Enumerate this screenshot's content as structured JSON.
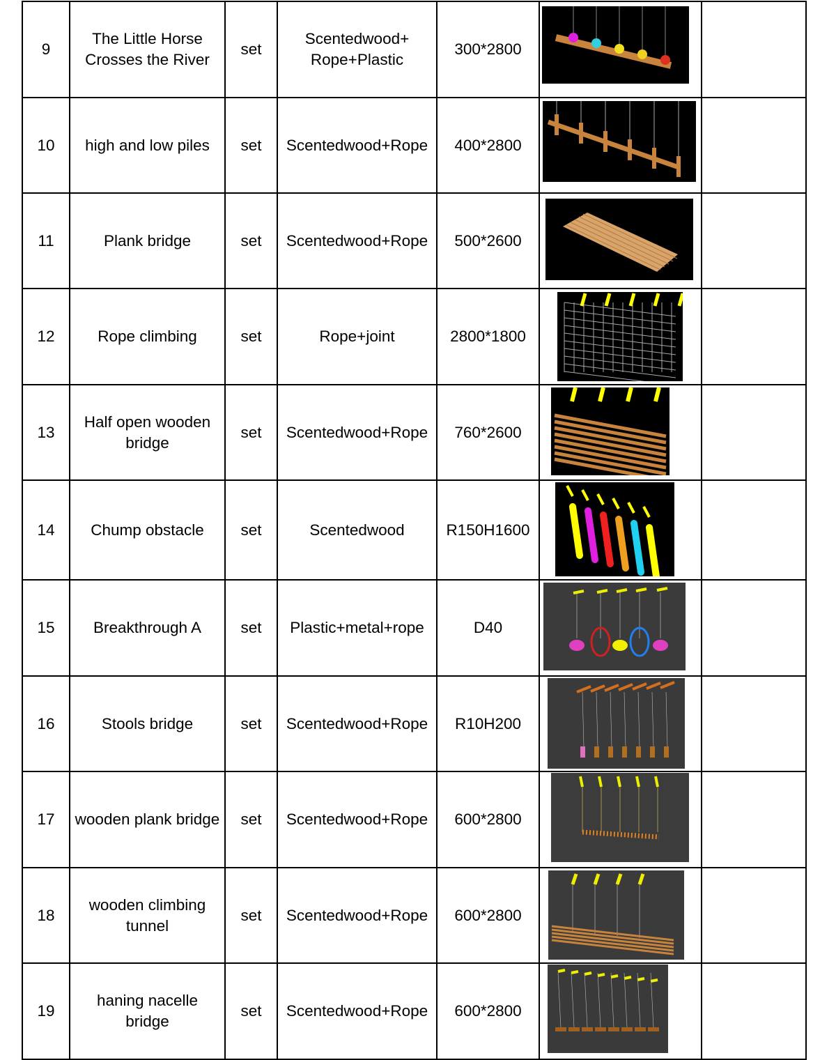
{
  "rows": [
    {
      "no": "9",
      "name": "The Little Horse Crosses the River",
      "unit": "set",
      "material": "Scentedwood+ Rope+Plastic",
      "size": "300*2800",
      "image": "little-horse-crosses-river-image"
    },
    {
      "no": "10",
      "name": "high and low piles",
      "unit": "set",
      "material": "Scentedwood+Rope",
      "size": "400*2800",
      "image": "high-and-low-piles-image"
    },
    {
      "no": "11",
      "name": "Plank bridge",
      "unit": "set",
      "material": "Scentedwood+Rope",
      "size": "500*2600",
      "image": "plank-bridge-image"
    },
    {
      "no": "12",
      "name": "Rope climbing",
      "unit": "set",
      "material": "Rope+joint",
      "size": "2800*1800",
      "image": "rope-climbing-image"
    },
    {
      "no": "13",
      "name": "Half open wooden bridge",
      "unit": "set",
      "material": "Scentedwood+Rope",
      "size": "760*2600",
      "image": "half-open-wooden-bridge-image"
    },
    {
      "no": "14",
      "name": "Chump obstacle",
      "unit": "set",
      "material": "Scentedwood",
      "size": "R150H1600",
      "image": "chump-obstacle-image"
    },
    {
      "no": "15",
      "name": "Breakthrough A",
      "unit": "set",
      "material": "Plastic+metal+rope",
      "size": "D40",
      "image": "breakthrough-a-image"
    },
    {
      "no": "16",
      "name": "Stools bridge",
      "unit": "set",
      "material": "Scentedwood+Rope",
      "size": "R10H200",
      "image": "stools-bridge-image"
    },
    {
      "no": "17",
      "name": "wooden plank bridge",
      "unit": "set",
      "material": "Scentedwood+Rope",
      "size": "600*2800",
      "image": "wooden-plank-bridge-image"
    },
    {
      "no": "18",
      "name": "wooden climbing tunnel",
      "unit": "set",
      "material": "Scentedwood+Rope",
      "size": "600*2800",
      "image": "wooden-climbing-tunnel-image"
    },
    {
      "no": "19",
      "name": "haning nacelle bridge",
      "unit": "set",
      "material": "Scentedwood+Rope",
      "size": "600*2800",
      "image": "haning-nacelle-bridge-image"
    }
  ]
}
